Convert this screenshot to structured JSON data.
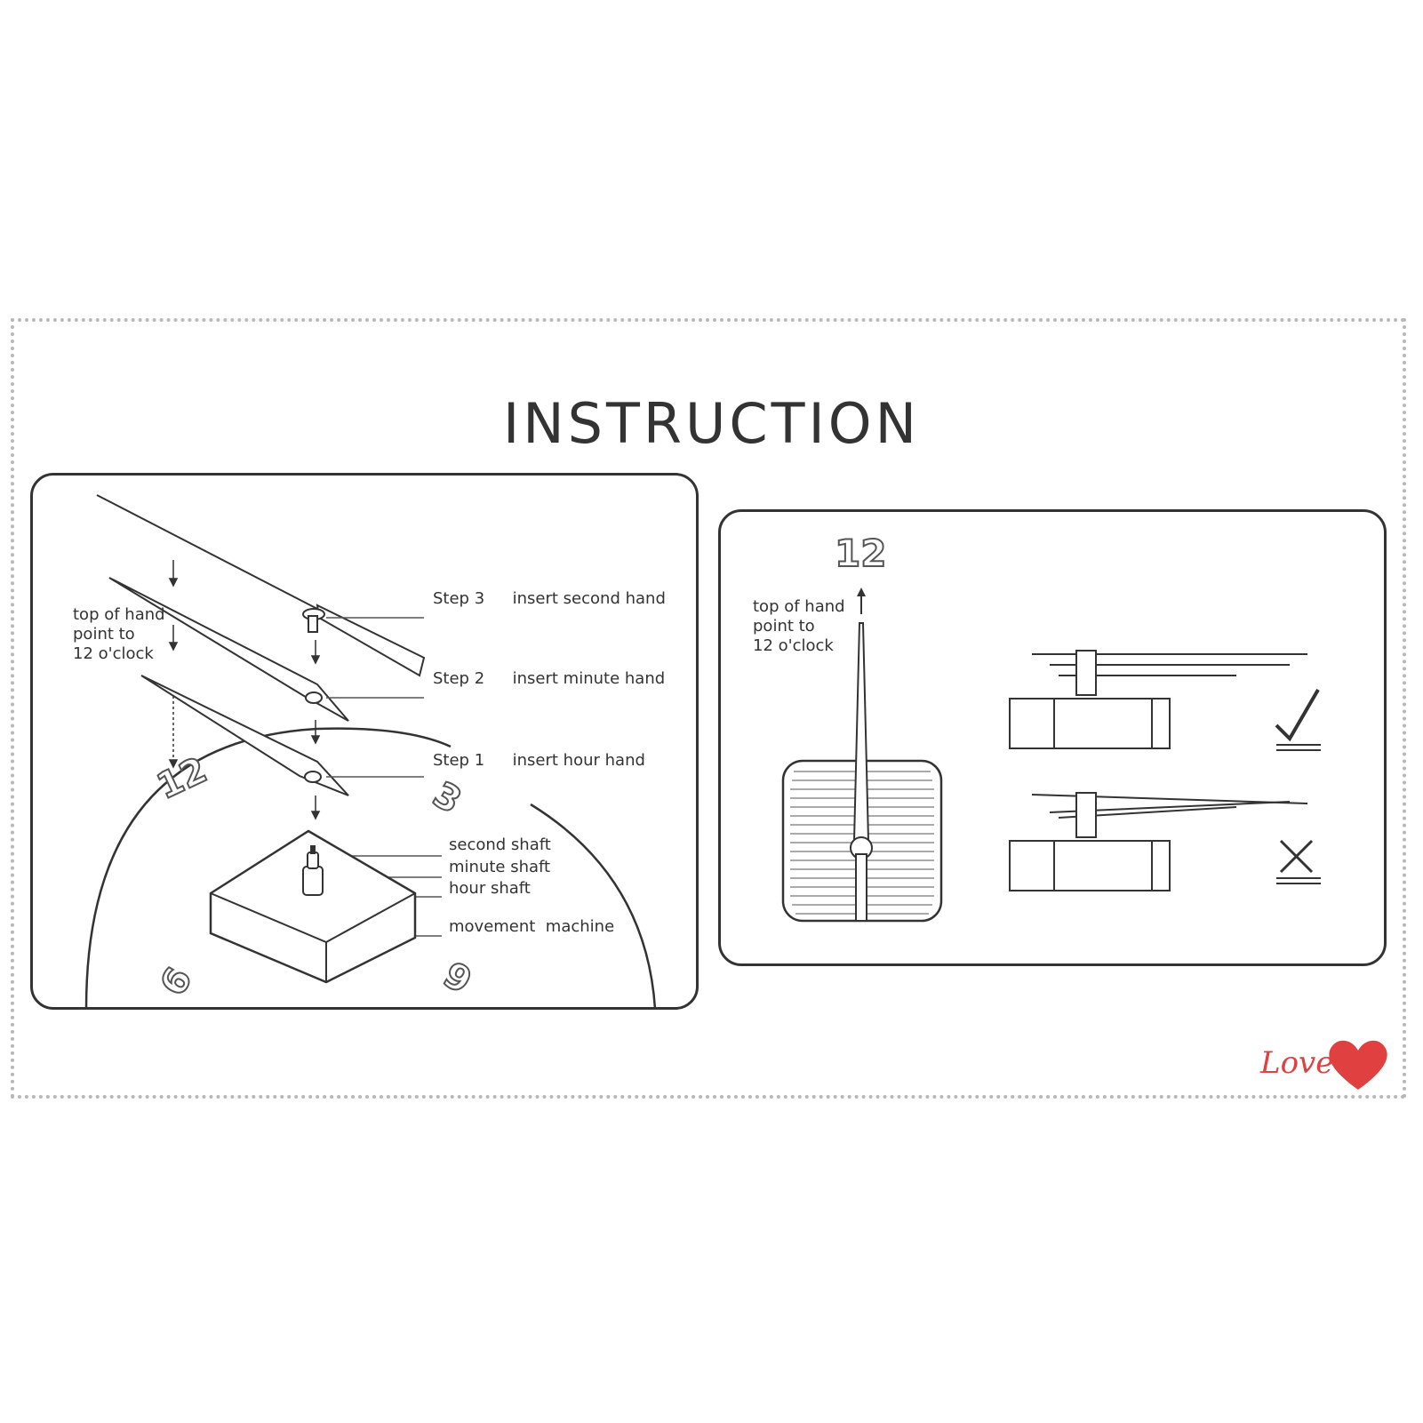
{
  "title": "INSTRUCTION",
  "left_panel": {
    "note_lines": [
      "top of hand",
      "point to",
      "12 o'clock"
    ],
    "steps": [
      {
        "step": "Step 3",
        "action": "insert second hand"
      },
      {
        "step": "Step 2",
        "action": "insert minute hand"
      },
      {
        "step": "Step 1",
        "action": "insert hour hand"
      }
    ],
    "parts": [
      "second shaft",
      "minute shaft",
      "hour shaft",
      "movement  machine"
    ],
    "dial_numbers": [
      "12",
      "3",
      "9",
      "6"
    ]
  },
  "right_panel": {
    "dial_number": "12",
    "note_lines": [
      "top of hand",
      "point to",
      "12 o'clock"
    ]
  },
  "watermark": "Love"
}
